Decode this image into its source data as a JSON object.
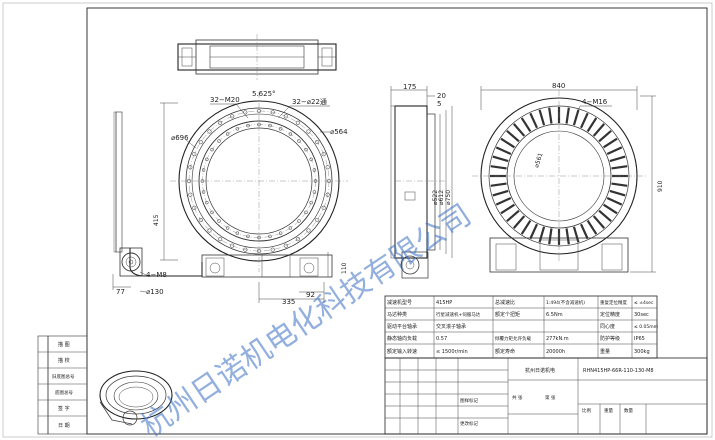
{
  "watermark": "杭州日诺机电化科技有限公司",
  "dimensions": {
    "pcd_bolts": "32−M20",
    "angle": "5.625°",
    "holes": "32−⌀22通",
    "dia_564": "⌀564",
    "dia_696": "⌀696",
    "height_415": "415",
    "motor_holes": "4−M8",
    "dia_130": "⌀130",
    "w77": "77",
    "w335": "335",
    "w92": "92",
    "h110": "110",
    "h175": "175",
    "h20": "20",
    "h5": "5",
    "dia_522": "⌀522",
    "dia_612": "⌀612",
    "dia_750": "⌀750",
    "w840": "840",
    "holes_m16": "4−M16",
    "dia_561": "⌀561",
    "h910": "910"
  },
  "spec_table": {
    "rows": [
      {
        "l1": "减速机型号",
        "v1": "415HP",
        "l2": "总减速比",
        "v2": "1:494(不含减速机)",
        "l3": "重复定位精度",
        "v3": "≤ ±4sec"
      },
      {
        "l1": "马达种类",
        "v1": "行星减速机+伺服马达",
        "l2": "额定个扭矩",
        "v2": "6.5Nm",
        "l3": "定位精度",
        "v3": "30sec"
      },
      {
        "l1": "驱动平台轴承",
        "v1": "交叉滚子轴承",
        "l2": "",
        "v2": "",
        "l3": "同心度",
        "v3": "≤ 0.05mm"
      },
      {
        "l1": "静态轴向负载",
        "v1": "0.57",
        "l2": "倾覆力矩允许负载",
        "v2": "277kN.m",
        "l3": "防护等级",
        "v3": "IP65"
      },
      {
        "l1": "额定输入转速",
        "v1": "≤ 1500r/min",
        "l2": "额定寿命",
        "v2": "20000h",
        "l3": "重量",
        "v3": "300kg"
      }
    ],
    "model": "RHN415HP-66R-110-130-M8",
    "company_stamp": "杭州日诺机电",
    "bottom_labels": [
      "共  张",
      "第  张",
      "比例",
      "重量",
      "数量",
      "图样标记",
      "更改标记"
    ]
  },
  "left_title_block": {
    "labels": [
      "描  图",
      "描  校",
      "旧底图总号",
      "底图总号",
      "签  字",
      "日  期"
    ]
  }
}
